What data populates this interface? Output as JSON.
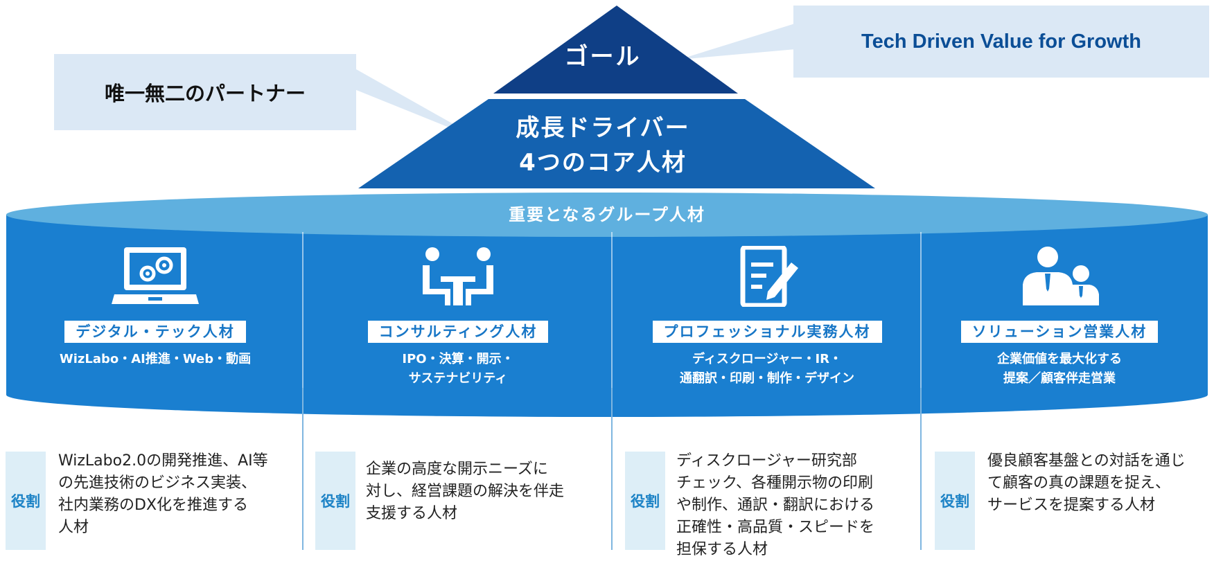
{
  "goal": "ゴール",
  "growth_driver": {
    "line1": "成長ドライバー",
    "line2": "4つのコア人材"
  },
  "callout_right": "Tech Driven Value for Growth",
  "callout_left": "唯一無二のパートナー",
  "group_title": "重要となるグループ人材",
  "role_label": "役割",
  "columns": [
    {
      "icon": "laptop-gears-icon",
      "title": "デジタル・テック人材",
      "sub": [
        "WizLabo・AI推進・Web・動画"
      ],
      "role": [
        "WizLabo2.0の開発推進、AI等",
        "の先進技術のビジネス実装、",
        "社内業務のDX化を推進する",
        "人材"
      ]
    },
    {
      "icon": "meeting-icon",
      "title": "コンサルティング人材",
      "sub": [
        "IPO・決算・開示・",
        "サステナビリティ"
      ],
      "role": [
        "企業の高度な開示ニーズに",
        "対し、経営課題の解決を伴走",
        "支援する人材"
      ]
    },
    {
      "icon": "document-pen-icon",
      "title": "プロフェッショナル実務人材",
      "sub": [
        "ディスクロージャー・IR・",
        "通翻訳・印刷・制作・デザイン"
      ],
      "role": [
        "ディスクロージャー研究部",
        "チェック、各種開示物の印刷",
        "や制作、通訳・翻訳における",
        "正確性・高品質・スピードを",
        "担保する人材"
      ]
    },
    {
      "icon": "business-people-icon",
      "title": "ソリューション営業人材",
      "sub": [
        "企業価値を最大化する",
        "提案／顧客伴走営業"
      ],
      "role": [
        "優良顧客基盤との対話を通じ",
        "て顧客の真の課題を捉え、",
        "サービスを提案する人材"
      ]
    }
  ],
  "colors": {
    "goal": "#0f3f86",
    "driver": "#1462b0",
    "cylinder_body": "#1a7fd0",
    "cylinder_top": "#5fb0df",
    "callout": "#dbe8f5",
    "role_badge": "#ddeef7"
  }
}
